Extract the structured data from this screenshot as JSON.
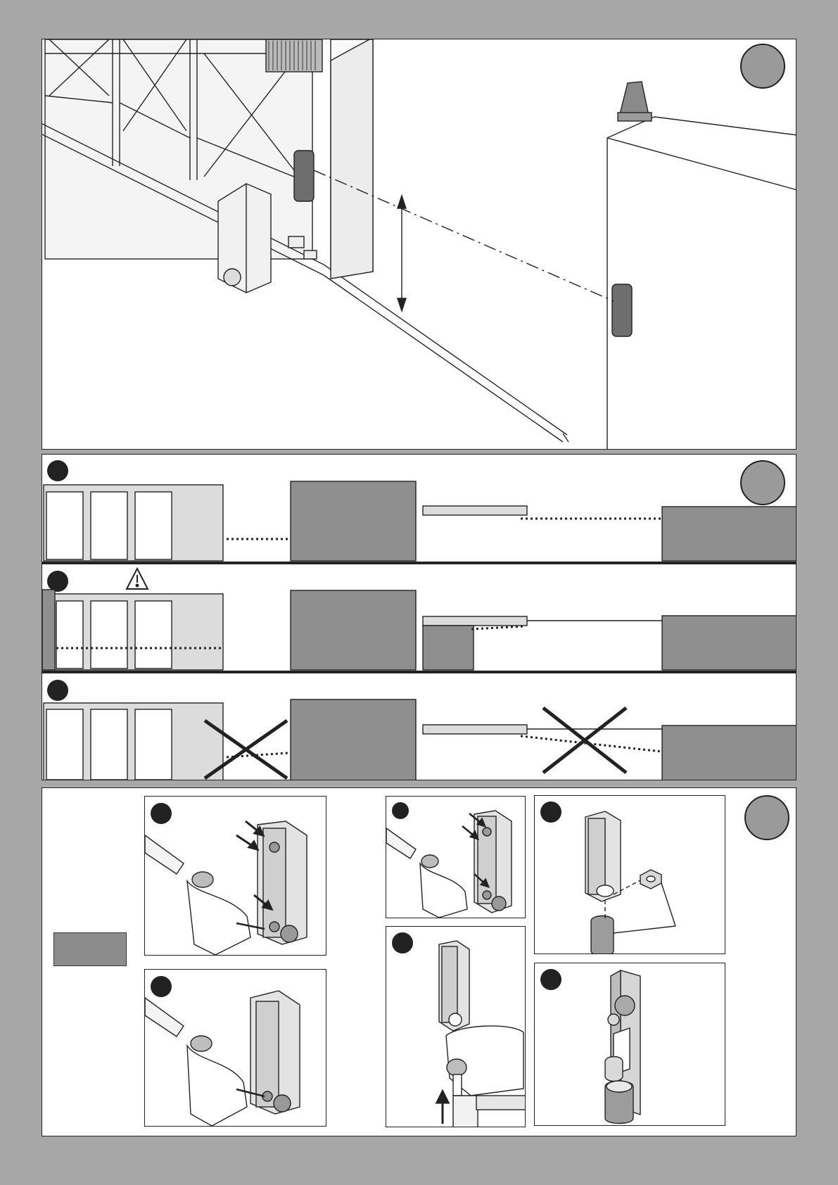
{
  "page": {
    "background_color": "#a7a7a7",
    "panel_color": "#ffffff",
    "line_color": "#222222",
    "fill_dark": "#8f8f8f",
    "fill_light": "#d9d9d9"
  },
  "figures": [
    {
      "id": "installation-overview",
      "badge": ""
    },
    {
      "id": "alignment-examples",
      "badge": "",
      "rows": [
        {
          "marker": "",
          "warning": false
        },
        {
          "marker": "",
          "warning": true,
          "warning_icon": "warning-triangle-icon"
        },
        {
          "marker": "",
          "warning": false,
          "crossed": true
        }
      ]
    },
    {
      "id": "mounting-steps",
      "badge": "",
      "steps": [
        {
          "marker": ""
        },
        {
          "marker": ""
        },
        {
          "marker": ""
        },
        {
          "marker": ""
        },
        {
          "marker": ""
        },
        {
          "marker": ""
        }
      ]
    }
  ]
}
